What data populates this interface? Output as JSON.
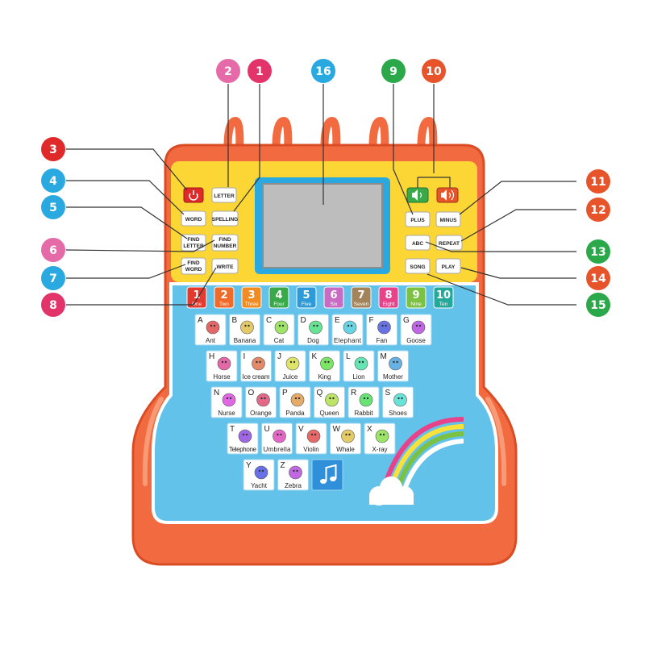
{
  "callouts": [
    {
      "num": "1",
      "color": "#e2336b"
    },
    {
      "num": "2",
      "color": "#e46aa8"
    },
    {
      "num": "3",
      "color": "#e02a2a"
    },
    {
      "num": "4",
      "color": "#29a9df"
    },
    {
      "num": "5",
      "color": "#29a9df"
    },
    {
      "num": "6",
      "color": "#e46aa8"
    },
    {
      "num": "7",
      "color": "#29a9df"
    },
    {
      "num": "8",
      "color": "#e2336b"
    },
    {
      "num": "9",
      "color": "#2aa84a"
    },
    {
      "num": "10",
      "color": "#e8542a"
    },
    {
      "num": "11",
      "color": "#e8542a"
    },
    {
      "num": "12",
      "color": "#e8542a"
    },
    {
      "num": "13",
      "color": "#2aa84a"
    },
    {
      "num": "14",
      "color": "#e8542a"
    },
    {
      "num": "15",
      "color": "#2aa84a"
    },
    {
      "num": "16",
      "color": "#29a9df"
    }
  ],
  "buttons": {
    "power": "power-icon",
    "letter": "LETTER",
    "word": "WORD",
    "spelling": "SPELLING",
    "find_letter_1": "FIND",
    "find_letter_2": "LETTER",
    "find_number_1": "FIND",
    "find_number_2": "NUMBER",
    "find_word_1": "FIND",
    "find_word_2": "WORD",
    "write": "WRITE",
    "plus": "PLUS",
    "minus": "MINUS",
    "abc": "ABC",
    "repeat": "REPEAT",
    "song": "SONG",
    "play": "PLAY",
    "volume_down": "volume-down-icon",
    "volume_up": "volume-up-icon"
  },
  "numbers": [
    {
      "digit": "1",
      "word": "One",
      "color": "#e23a2e"
    },
    {
      "digit": "2",
      "word": "Two",
      "color": "#f06a2a"
    },
    {
      "digit": "3",
      "word": "Three",
      "color": "#f28b22"
    },
    {
      "digit": "4",
      "word": "Four",
      "color": "#3aa94a"
    },
    {
      "digit": "5",
      "word": "Five",
      "color": "#2f9ad8"
    },
    {
      "digit": "6",
      "word": "Six",
      "color": "#c86bc2"
    },
    {
      "digit": "7",
      "word": "Seven",
      "color": "#a3845a"
    },
    {
      "digit": "8",
      "word": "Eight",
      "color": "#e8428a"
    },
    {
      "digit": "9",
      "word": "Nine",
      "color": "#7cc242"
    },
    {
      "digit": "10",
      "word": "Ten",
      "color": "#23a99a"
    }
  ],
  "alphabet_rows": [
    [
      {
        "letter": "A",
        "word": "Ant",
        "icon": "ant-icon"
      },
      {
        "letter": "B",
        "word": "Banana",
        "icon": "banana-icon"
      },
      {
        "letter": "C",
        "word": "Cat",
        "icon": "cat-icon"
      },
      {
        "letter": "D",
        "word": "Dog",
        "icon": "dog-icon"
      },
      {
        "letter": "E",
        "word": "Elephant",
        "icon": "elephant-icon"
      },
      {
        "letter": "F",
        "word": "Fan",
        "icon": "fan-icon"
      },
      {
        "letter": "G",
        "word": "Goose",
        "icon": "goose-icon"
      }
    ],
    [
      {
        "letter": "H",
        "word": "Horse",
        "icon": "horse-icon"
      },
      {
        "letter": "I",
        "word": "Ice cream",
        "icon": "ice-cream-icon"
      },
      {
        "letter": "J",
        "word": "Juice",
        "icon": "juice-icon"
      },
      {
        "letter": "K",
        "word": "King",
        "icon": "king-icon"
      },
      {
        "letter": "L",
        "word": "Lion",
        "icon": "lion-icon"
      },
      {
        "letter": "M",
        "word": "Mother",
        "icon": "mother-icon"
      }
    ],
    [
      {
        "letter": "N",
        "word": "Nurse",
        "icon": "nurse-icon"
      },
      {
        "letter": "O",
        "word": "Orange",
        "icon": "orange-icon"
      },
      {
        "letter": "P",
        "word": "Panda",
        "icon": "panda-icon"
      },
      {
        "letter": "Q",
        "word": "Queen",
        "icon": "queen-icon"
      },
      {
        "letter": "R",
        "word": "Rabbit",
        "icon": "rabbit-icon"
      },
      {
        "letter": "S",
        "word": "Shoes",
        "icon": "shoes-icon"
      }
    ],
    [
      {
        "letter": "T",
        "word": "Telephone",
        "icon": "telephone-icon"
      },
      {
        "letter": "U",
        "word": "Umbrella",
        "icon": "umbrella-icon"
      },
      {
        "letter": "V",
        "word": "Violin",
        "icon": "violin-icon"
      },
      {
        "letter": "W",
        "word": "Whale",
        "icon": "whale-icon"
      },
      {
        "letter": "X",
        "word": "X-ray",
        "icon": "x-ray-icon"
      }
    ],
    [
      {
        "letter": "Y",
        "word": "Yacht",
        "icon": "yacht-icon"
      },
      {
        "letter": "Z",
        "word": "Zebra",
        "icon": "zebra-icon"
      },
      {
        "letter": "",
        "word": "",
        "icon": "music-note-icon"
      }
    ]
  ],
  "colors": {
    "shell": "#f26a3f",
    "shell_dark": "#d94c24",
    "panel_yellow": "#fcd634",
    "panel_blue": "#63c2ea",
    "screen": "#bdbdbd",
    "screen_border": "#29a9df",
    "leader_line": "#333333"
  }
}
